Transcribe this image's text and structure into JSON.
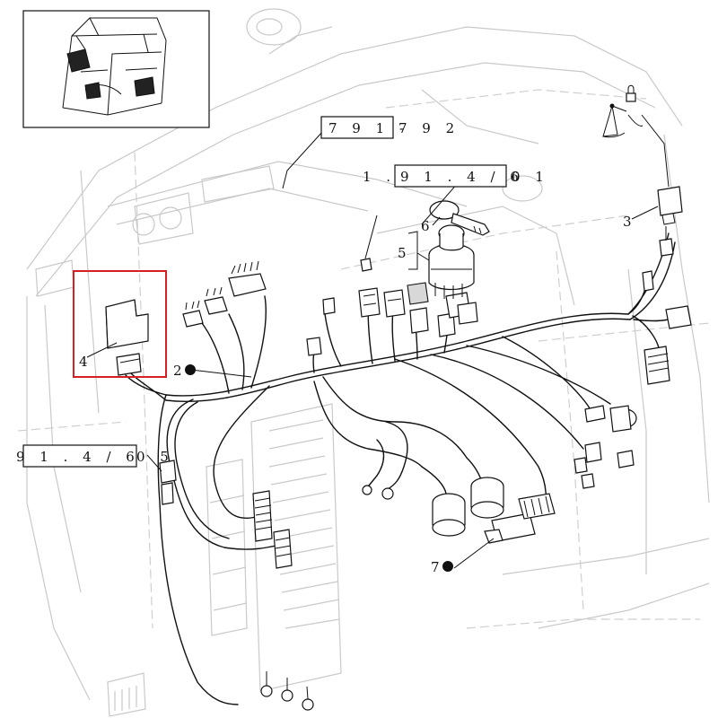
{
  "callouts": {
    "item_2": "2",
    "item_3": "3",
    "item_4": "4",
    "item_5": "5",
    "item_6": "6",
    "item_7": "7"
  },
  "references": {
    "ref_791_792": {
      "prefix": "",
      "boxed": "7 9 1 -",
      "suffix": "7 9 2"
    },
    "ref_1_91_4_6_01": {
      "prefix": "1 .",
      "boxed": "9 1 . 4 / 6",
      "suffix": "0 1"
    },
    "ref_91_4_6_05": {
      "prefix": "",
      "boxed": "9 1 . 4 / 6",
      "suffix": "0 5"
    }
  },
  "colors": {
    "line": "#111111",
    "background_drawing": "#c9c9c9",
    "highlight": "#d42020"
  },
  "icons": [
    "cab-thumbnail-icon",
    "locked-key-icon"
  ]
}
